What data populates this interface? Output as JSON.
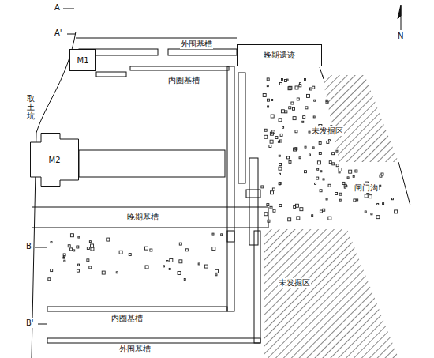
{
  "diagram": {
    "nodes": [
      {
        "text": [
          "晚期遗迹"
        ]
      },
      {
        "text": [
          "M1"
        ]
      },
      {
        "text": [
          "M2"
        ]
      }
    ],
    "labels": [
      "A",
      "A'",
      "外围基槽",
      "内圈基槽",
      "取土坑",
      "未发掘区",
      "闸门沟",
      "晚期基槽",
      "B",
      "B'",
      "内圈基槽",
      "外围基槽",
      "未发掘区",
      "N"
    ]
  }
}
